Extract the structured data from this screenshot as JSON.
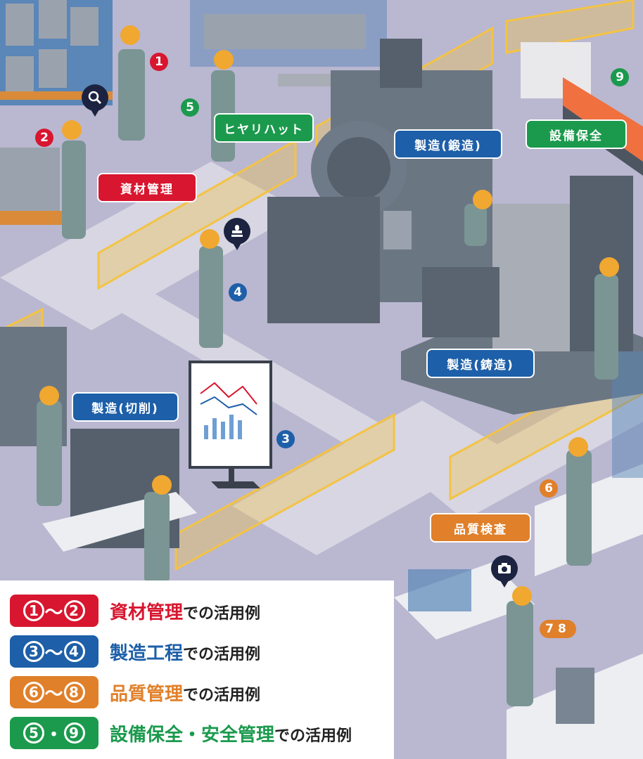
{
  "labels": {
    "material": "資材管理",
    "hiyari": "ヒヤリハット",
    "forging": "製造(鍛造)",
    "maintenance": "設備保全",
    "casting": "製造(鋳造)",
    "cutting": "製造(切削)",
    "quality": "品質検査"
  },
  "numbers": {
    "n1": "1",
    "n2": "2",
    "n3": "3",
    "n4": "4",
    "n5": "5",
    "n6": "6",
    "n78": "78",
    "n9": "9"
  },
  "legend": [
    {
      "badge_a": "1",
      "sep": "〜",
      "badge_b": "2",
      "title": "資材管理",
      "suffix": "での活用例",
      "color": "#d8162f"
    },
    {
      "badge_a": "3",
      "sep": "〜",
      "badge_b": "4",
      "title": "製造工程",
      "suffix": "での活用例",
      "color": "#1d5fa8"
    },
    {
      "badge_a": "6",
      "sep": "〜",
      "badge_b": "8",
      "title": "品質管理",
      "suffix": "での活用例",
      "color": "#e0802a"
    },
    {
      "badge_a": "5",
      "sep": "・",
      "badge_b": "9",
      "title": "設備保全・安全管理",
      "suffix": "での活用例",
      "color": "#1b9a4d"
    }
  ],
  "colors": {
    "red": "#d8162f",
    "blue": "#1d5fa8",
    "orange": "#e0802a",
    "green": "#1b9a4d",
    "floor": "#b9b6cf",
    "path": "#d7d6e0",
    "fence": "#f4c343"
  },
  "icons": [
    "magnifier-icon",
    "stamp-icon",
    "camera-icon"
  ]
}
